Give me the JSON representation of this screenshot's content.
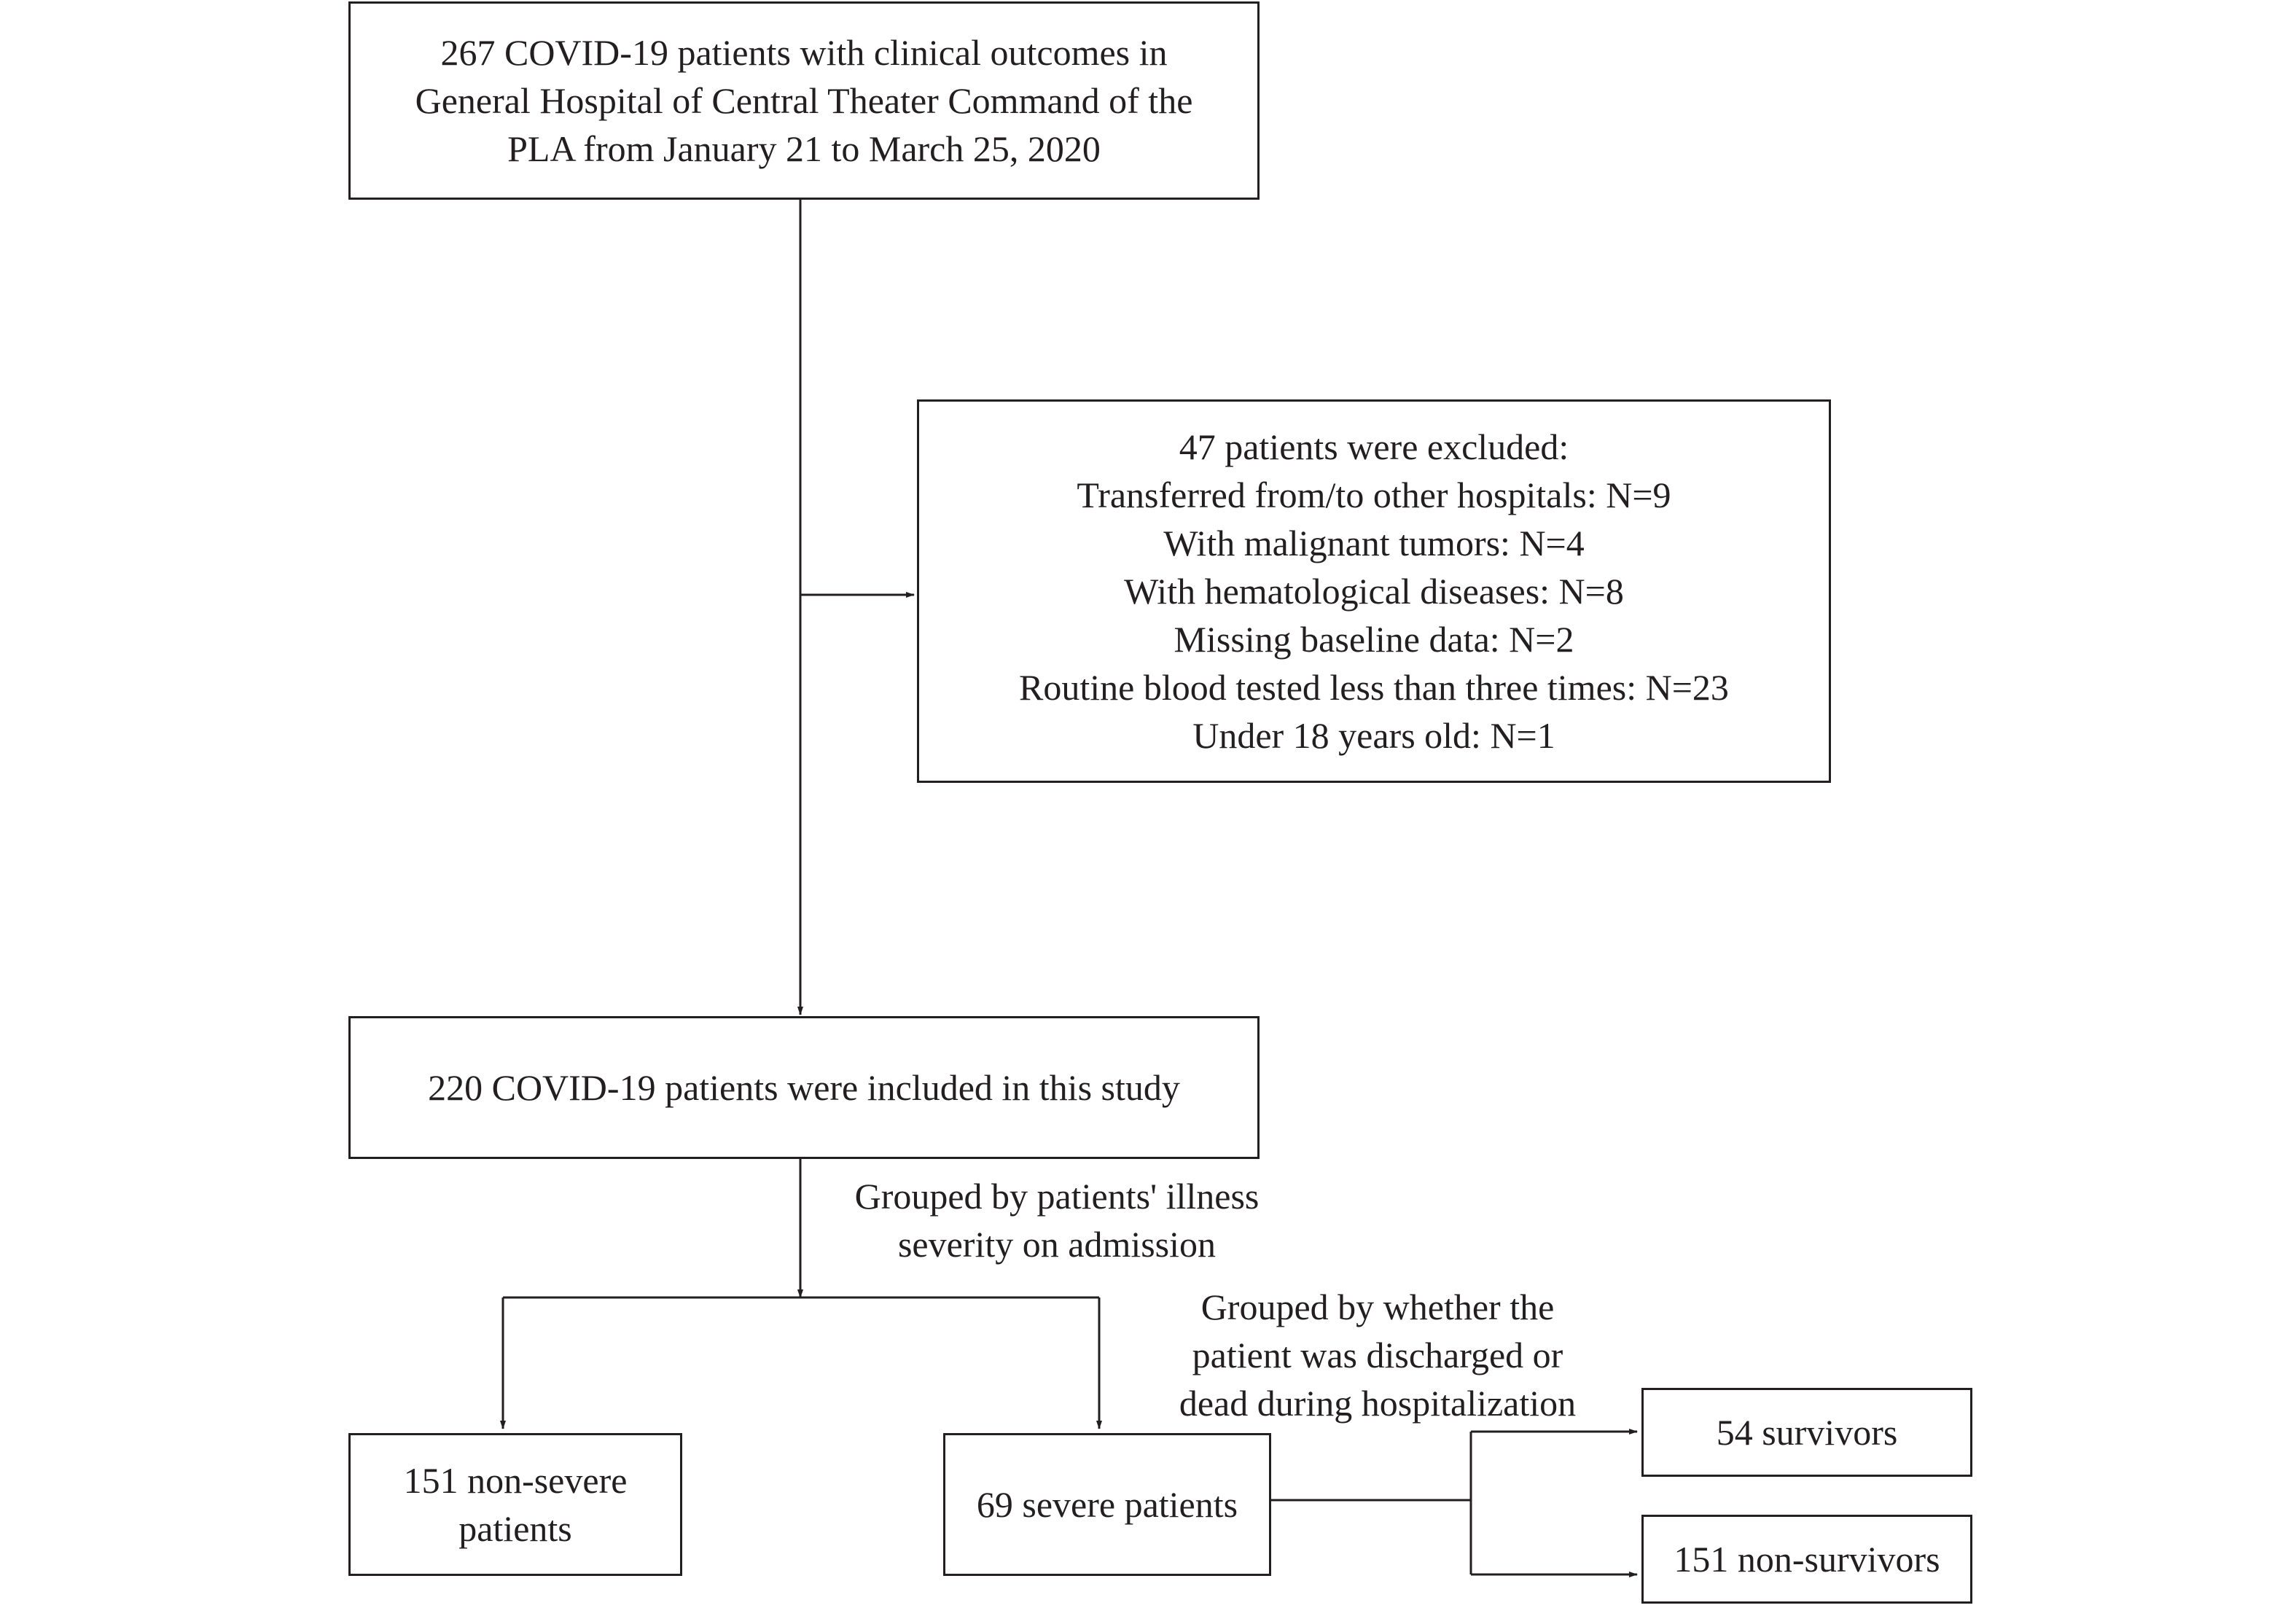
{
  "nodes": {
    "source": {
      "lines": [
        "267 COVID-19 patients with clinical outcomes in",
        "General Hospital of Central Theater Command of the",
        "PLA from January 21 to March 25, 2020"
      ]
    },
    "excluded": {
      "lines": [
        "47 patients were excluded:",
        "Transferred from/to other hospitals: N=9",
        "With malignant tumors: N=4",
        "With hematological diseases: N=8",
        "Missing baseline data: N=2",
        "Routine blood tested less than three times: N=23",
        "Under 18 years old: N=1"
      ]
    },
    "included": {
      "lines": [
        "220 COVID-19 patients were included in this study"
      ]
    },
    "non_severe": {
      "lines": [
        "151 non-severe",
        "patients"
      ]
    },
    "severe": {
      "lines": [
        "69 severe patients"
      ]
    },
    "survivors": {
      "lines": [
        "54 survivors"
      ]
    },
    "non_survivors": {
      "lines": [
        "151 non-survivors"
      ]
    }
  },
  "edge_labels": {
    "severity_grouping": {
      "lines": [
        "Grouped by patients' illness",
        "severity on admission"
      ]
    },
    "outcome_grouping": {
      "lines": [
        "Grouped by whether the",
        "patient was discharged or",
        "dead during hospitalization"
      ]
    }
  },
  "colors": {
    "stroke": "#231f20",
    "background": "#ffffff"
  }
}
